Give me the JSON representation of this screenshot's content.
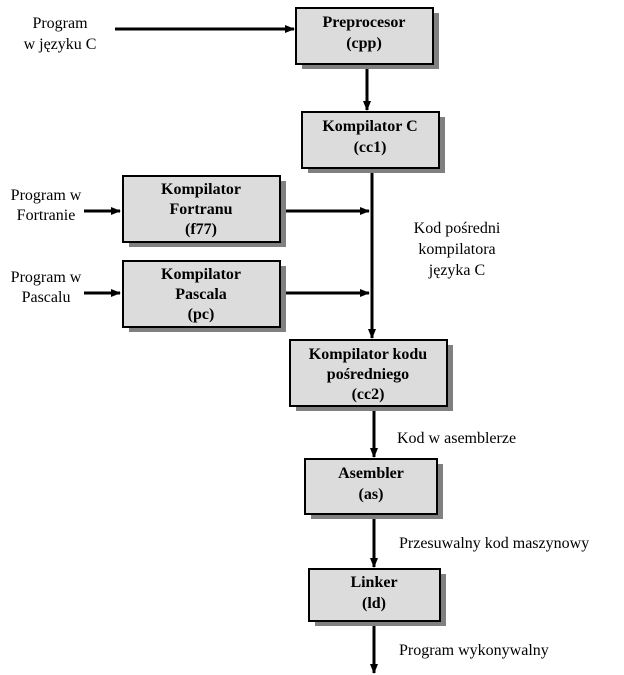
{
  "boxes": {
    "cpp": {
      "line1": "Preprocesor",
      "line2": "(cpp)"
    },
    "cc1": {
      "line1": "Kompilator C",
      "line2": "(cc1)"
    },
    "f77": {
      "line1": "Kompilator",
      "line2": "Fortranu",
      "line3": "(f77)"
    },
    "pc": {
      "line1": "Kompilator",
      "line2": "Pascala",
      "line3": "(pc)"
    },
    "cc2": {
      "line1": "Kompilator kodu",
      "line2": "pośredniego",
      "line3": "(cc2)"
    },
    "as": {
      "line1": "Asembler",
      "line2": "(as)"
    },
    "ld": {
      "line1": "Linker",
      "line2": "(ld)"
    }
  },
  "inputs": {
    "c": {
      "line1": "Program",
      "line2": "w języku C"
    },
    "fortran": {
      "line1": "Program w",
      "line2": "Fortranie"
    },
    "pascal": {
      "line1": "Program w",
      "line2": "Pascalu"
    }
  },
  "labels": {
    "intermediate": {
      "line1": "Kod pośredni",
      "line2": "kompilatora",
      "line3": "języka C"
    },
    "assembly": "Kod w asemblerze",
    "relocatable": "Przesuwalny kod maszynowy",
    "executable": "Program wykonywalny"
  },
  "colors": {
    "box_fill": "#dcdcdc",
    "shadow": "#808080",
    "line": "#000000"
  }
}
